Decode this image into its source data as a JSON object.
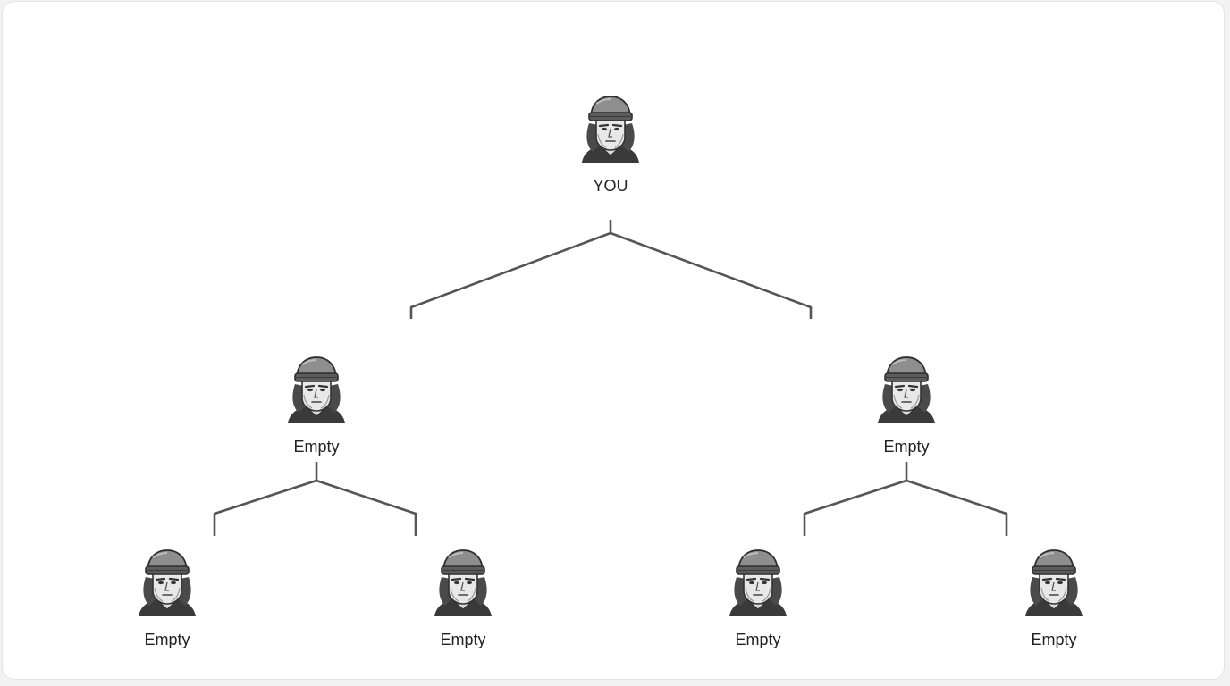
{
  "tree": {
    "root": {
      "label": "YOU",
      "icon": "soldier-avatar-icon"
    },
    "level1": [
      {
        "label": "Empty",
        "icon": "soldier-avatar-icon"
      },
      {
        "label": "Empty",
        "icon": "soldier-avatar-icon"
      }
    ],
    "level2": [
      {
        "label": "Empty",
        "icon": "soldier-avatar-icon"
      },
      {
        "label": "Empty",
        "icon": "soldier-avatar-icon"
      },
      {
        "label": "Empty",
        "icon": "soldier-avatar-icon"
      },
      {
        "label": "Empty",
        "icon": "soldier-avatar-icon"
      }
    ]
  },
  "colors": {
    "connector": "#555555",
    "avatar_dark": "#3a3a3a",
    "avatar_mid": "#8a8a8a",
    "avatar_light": "#e6e6e6"
  }
}
